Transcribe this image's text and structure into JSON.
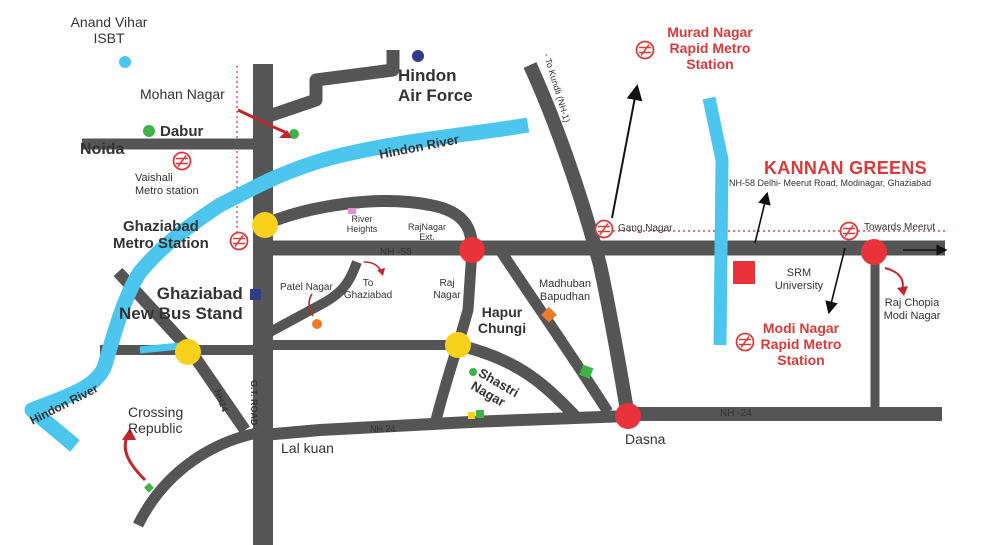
{
  "colors": {
    "road": "#555555",
    "river": "#4cc6ee",
    "junction_red": "#e8333a",
    "roundabout_yellow": "#f7d11c",
    "label_red": "#d93a3a",
    "dotted_line": "#d94a4a"
  },
  "labels": {
    "anand_vihar": "Anand Vihar\nISBT",
    "mohan_nagar": "Mohan Nagar",
    "hindon_air_force": "Hindon\nAir Force",
    "dabur": "Dabur",
    "noida": "Noida",
    "vaishali_metro": "Vaishali\nMetro station",
    "hindon_river_top": "Hindon River",
    "ghaziabad_metro": "Ghaziabad\nMetro Station",
    "river_heights": "River\nHeights",
    "rajnagar_ext": "RajNagar\nExt.",
    "nh58_left": "NH -58",
    "ghaziabad_bus_stand": "Ghaziabad\nNew Bus Stand",
    "patel_nagar": "Patel Nagar",
    "to_ghaziabad": "To\nGhaziabad",
    "raj_nagar": "Raj\nNagar",
    "madhuban_bapudhan": "Madhuban\nBapudhan",
    "hapur_chungi": "Hapur\nChungi",
    "shastri_nagar": "Shastri\nNagar",
    "hindon_river_left": "Hindon River",
    "crossing_republic": "Crossing\nRepublic",
    "nh24_vertical": "NH24",
    "gt_road": "G.T. ROAD",
    "lal_kuan": "Lal kuan",
    "nh24_bottom": "NH 24",
    "dasna": "Dasna",
    "nh24_right": "NH -24",
    "to_kundli": "- To Kundli (NH-1)",
    "murad_nagar": "Murad Nagar\nRapid Metro\nStation",
    "gang_nagar": "Gang Nagar",
    "kannan_greens": "KANNAN GREENS",
    "kannan_address": "NH-58 Delhi- Meerut Road, Modinagar, Ghaziabad",
    "towards_meerut": "Towards Meerut",
    "srm_university": "SRM\nUniversity",
    "raj_chopia": "Raj Chopia\nModi Nagar",
    "modi_nagar_metro": "Modi Nagar\nRapid Metro\nStation"
  },
  "icons": {
    "metro": "metro-station-icon",
    "junction": "junction-circle-icon",
    "roundabout": "roundabout-circle-icon",
    "project": "project-site-marker-icon",
    "arrow": "direction-arrow-icon"
  }
}
